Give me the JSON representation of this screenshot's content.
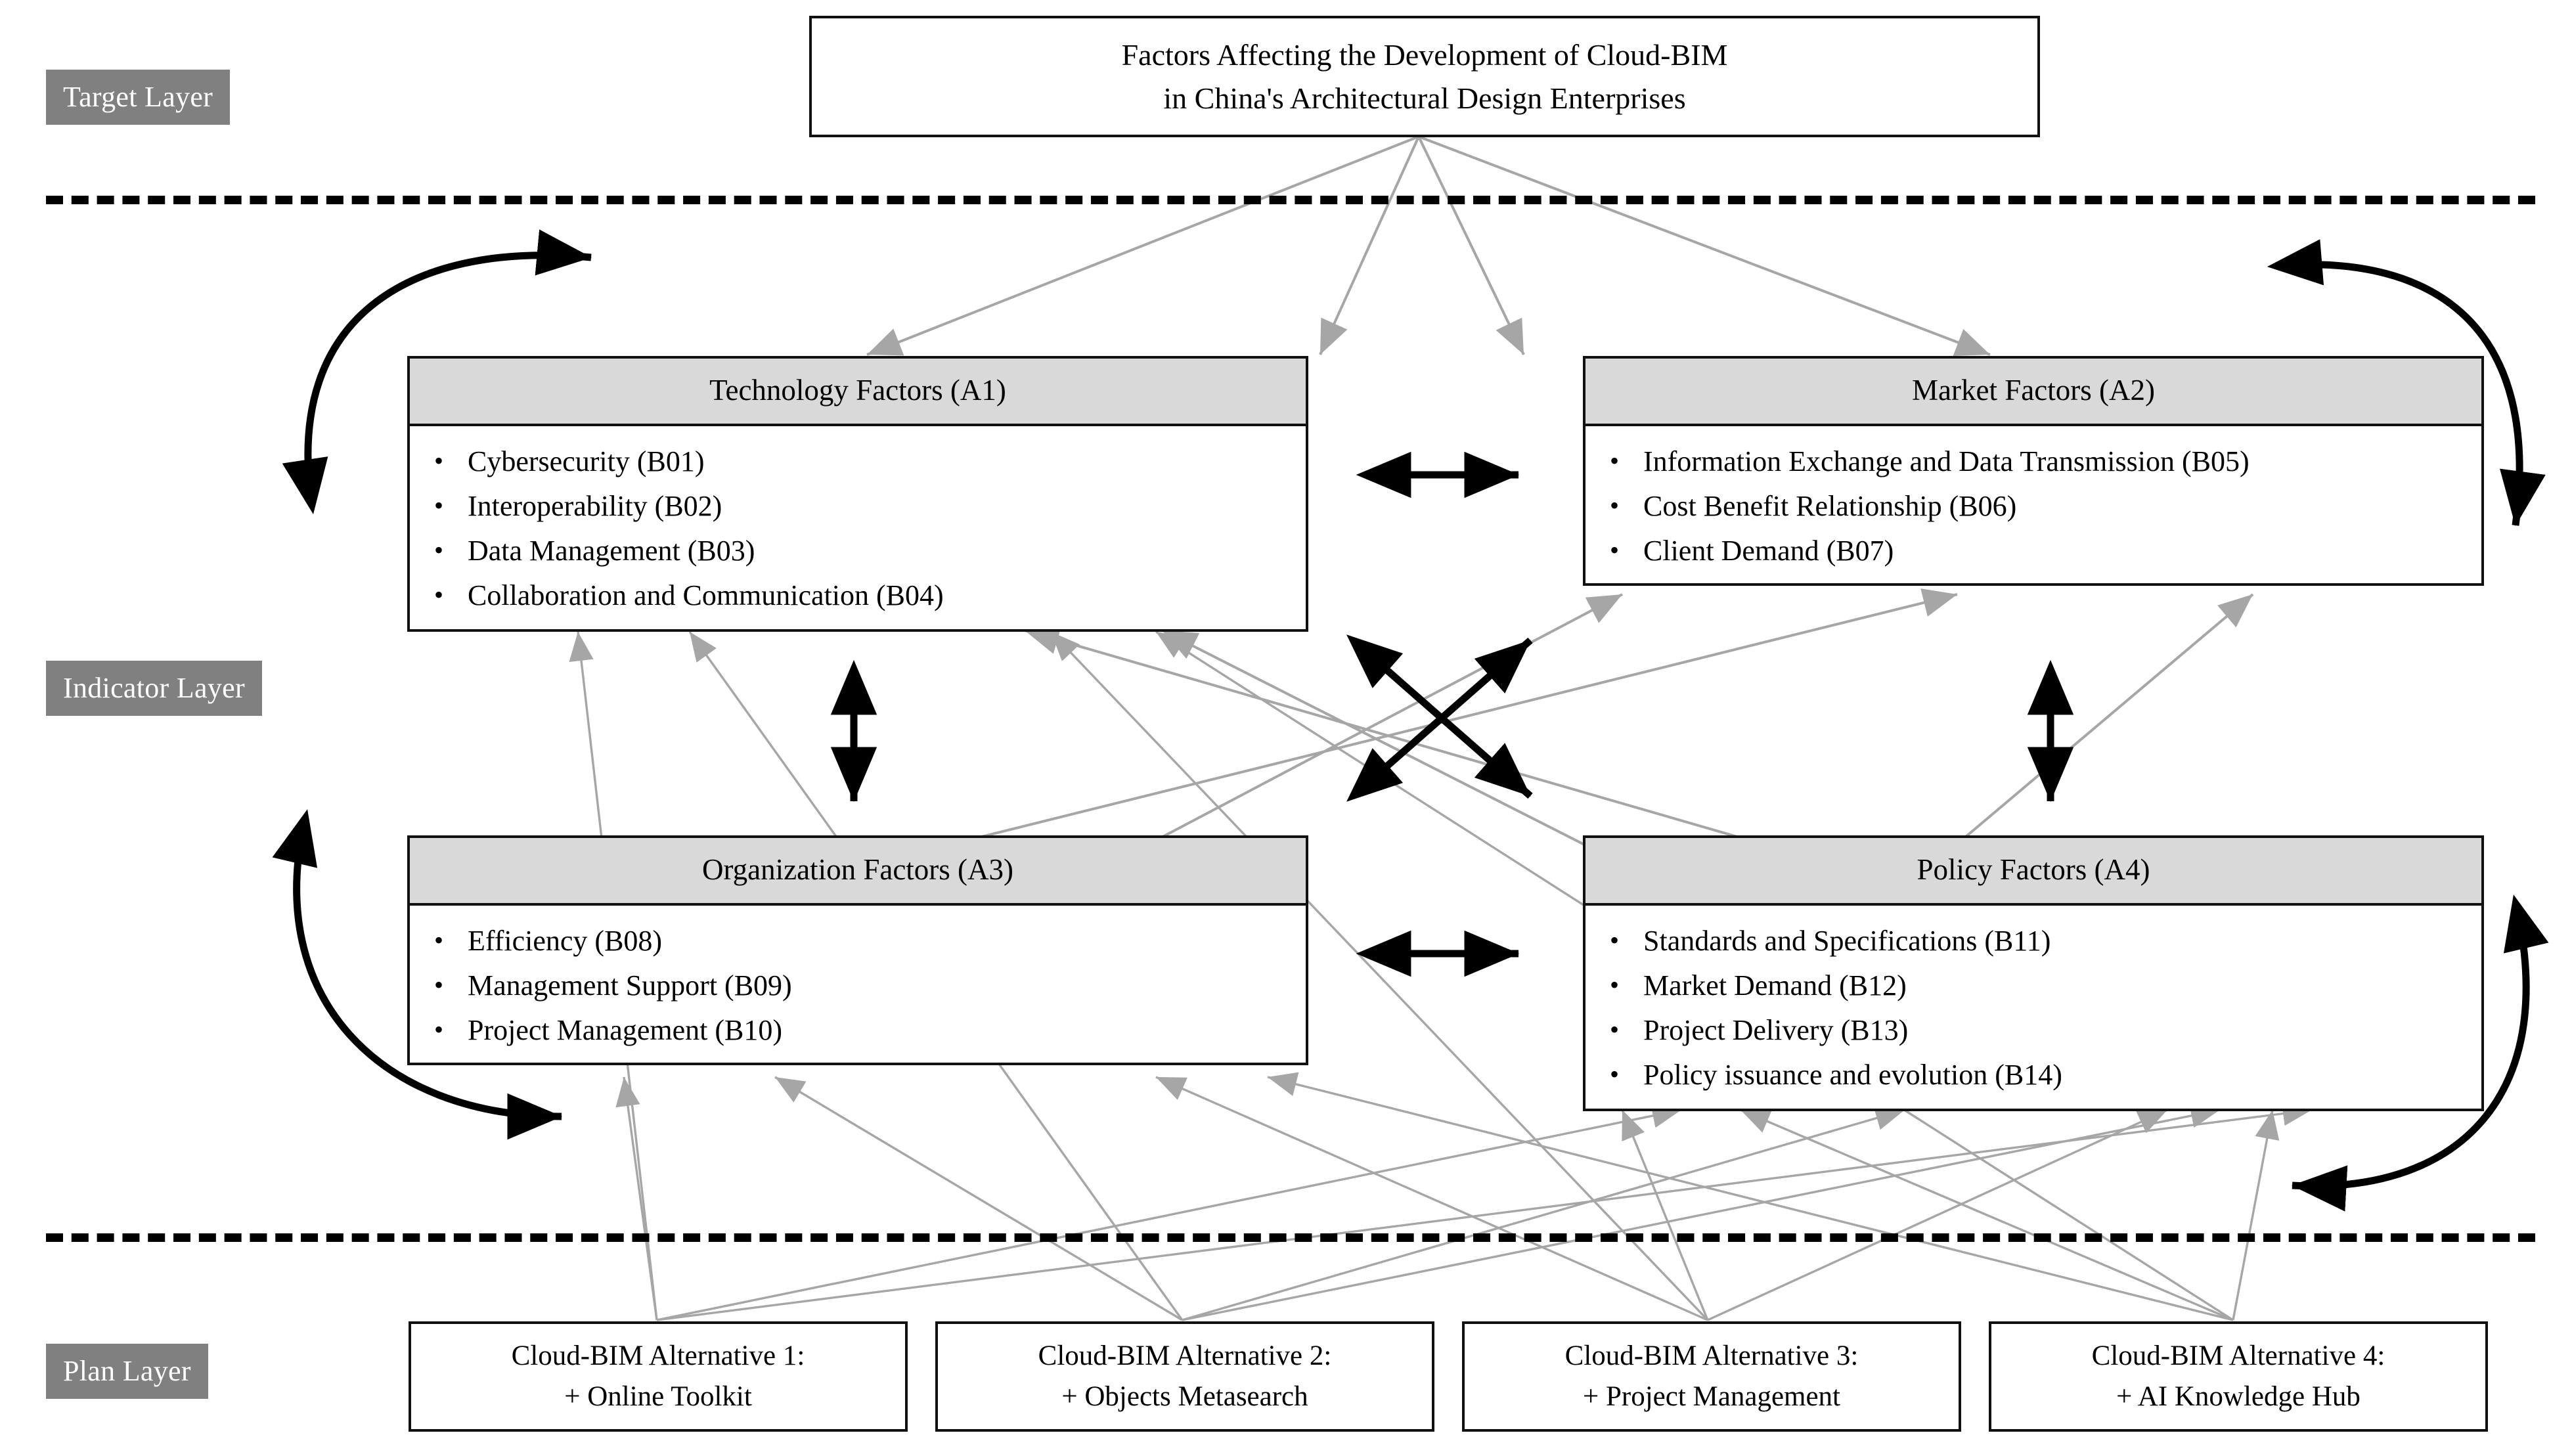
{
  "layers": [
    {
      "id": "target",
      "label": "Target Layer"
    },
    {
      "id": "indicator",
      "label": "Indicator Layer"
    },
    {
      "id": "plan",
      "label": "Plan Layer"
    }
  ],
  "target": {
    "line1": "Factors Affecting the Development of Cloud-BIM",
    "line2": "in China's Architectural Design Enterprises"
  },
  "factors": [
    {
      "id": "A1",
      "title": "Technology Factors (A1)",
      "bullet": "•",
      "items": [
        "Cybersecurity (B01)",
        "Interoperability (B02)",
        "Data Management (B03)",
        "Collaboration and Communication (B04)"
      ]
    },
    {
      "id": "A2",
      "title": "Market Factors (A2)",
      "bullet": "•",
      "items": [
        "Information Exchange and Data Transmission (B05)",
        "Cost Benefit Relationship (B06)",
        "Client Demand (B07)"
      ]
    },
    {
      "id": "A3",
      "title": "Organization Factors (A3)",
      "bullet": "•",
      "items": [
        "Efficiency (B08)",
        "Management Support (B09)",
        "Project Management (B10)"
      ]
    },
    {
      "id": "A4",
      "title": "Policy Factors (A4)",
      "bullet": "•",
      "items": [
        "Standards and Specifications (B11)",
        "Market Demand (B12)",
        "Project Delivery (B13)",
        "Policy issuance and evolution (B14)"
      ]
    }
  ],
  "alternatives": [
    {
      "id": "alt1",
      "line1": "Cloud-BIM Alternative 1:",
      "line2": "+ Online Toolkit"
    },
    {
      "id": "alt2",
      "line1": "Cloud-BIM Alternative 2:",
      "line2": "+ Objects Metasearch"
    },
    {
      "id": "alt3",
      "line1": "Cloud-BIM Alternative 3:",
      "line2": "+ Project Management"
    },
    {
      "id": "alt4",
      "line1": "Cloud-BIM Alternative 4:",
      "line2": "+ AI Knowledge Hub"
    }
  ],
  "colors": {
    "badge_bg": "#808080",
    "badge_text": "#ffffff",
    "card_header_bg": "#d9d9d9",
    "border": "#111111",
    "connector_gray": "#a6a6a6",
    "arrow_black": "#000000",
    "background": "#ffffff"
  }
}
